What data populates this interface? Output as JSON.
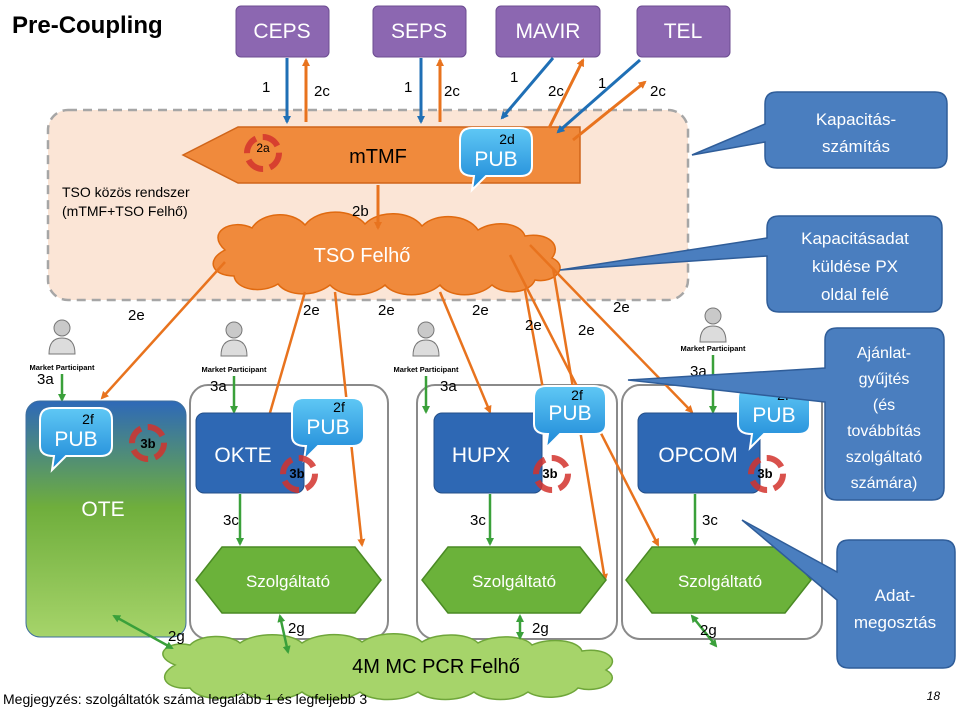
{
  "title": "Pre-Coupling",
  "tso_boxes": [
    "CEPS",
    "SEPS",
    "MAVIR",
    "TEL"
  ],
  "top_labels": [
    "1",
    "2c",
    "1",
    "2c",
    "1",
    "2c",
    "1",
    "2c"
  ],
  "mtmf": "mTMF",
  "step_2a": "2a",
  "step_2b": "2b",
  "step_2d": "2d",
  "tso_system": [
    "TSO közös rendszer",
    "(mTMF+TSO Felhő)"
  ],
  "tso_cloud": "TSO Felhő",
  "pub": "PUB",
  "e2_labels": [
    "2e",
    "2e",
    "2e",
    "2e",
    "2e",
    "2e",
    "2e"
  ],
  "market_participant": "Market Participant",
  "step_3a": "3a",
  "step_3b": "3b",
  "step_3c": "3c",
  "step_2f": "2f",
  "step_2g": "2g",
  "exchanges": [
    "OTE",
    "OKTE",
    "HUPX",
    "OPCOM"
  ],
  "provider": "Szolgáltató",
  "pcr_cloud": "4M MC PCR Felhő",
  "note": "Megjegyzés: szolgáltatók száma legalább 1 és legfeljebb 3",
  "callouts": {
    "kapacitas": [
      "Kapacitás-",
      "számítás"
    ],
    "kapacitasadat": [
      "Kapacitásadat",
      "küldése PX",
      "oldal felé"
    ],
    "ajanlat": [
      "Ajánlat-",
      "gyűjtés",
      "(és",
      "továbbítás",
      "szolgáltató",
      "számára)"
    ],
    "adat": [
      "Adat-",
      "megosztás"
    ]
  },
  "page_number": "18"
}
